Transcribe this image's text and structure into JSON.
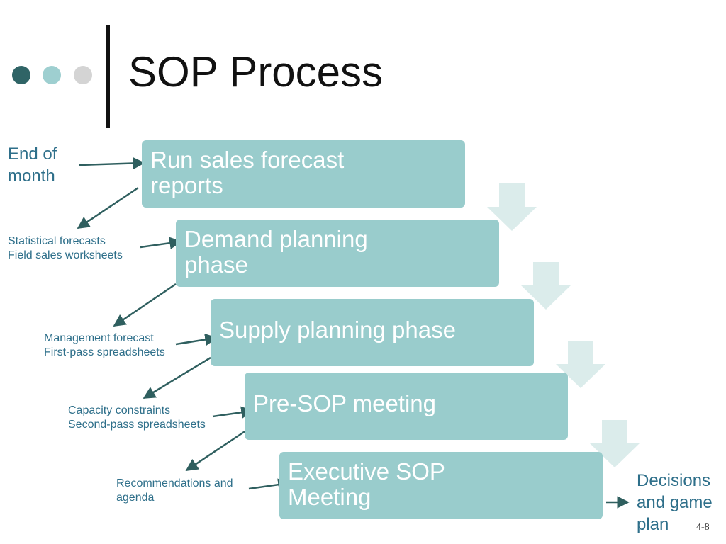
{
  "title": "SOP Process",
  "steps": [
    {
      "line1": "Run sales forecast",
      "line2": "reports"
    },
    {
      "line1": "Demand planning",
      "line2": "phase"
    },
    {
      "line1": "Supply planning phase",
      "line2": ""
    },
    {
      "line1": "Pre-SOP meeting",
      "line2": ""
    },
    {
      "line1": "Executive SOP",
      "line2": "Meeting"
    }
  ],
  "inputs": {
    "end_of_month": {
      "line1": "End of",
      "line2": "month"
    },
    "statistical": {
      "line1": "Statistical forecasts",
      "line2": "Field sales worksheets"
    },
    "management": {
      "line1": "Management forecast",
      "line2": "First-pass spreadsheets"
    },
    "capacity": {
      "line1": "Capacity constraints",
      "line2": "Second-pass spreadsheets"
    },
    "recommendations": {
      "line1": "Recommendations and",
      "line2": "agenda"
    }
  },
  "output": {
    "line1": "Decisions",
    "line2": "and game",
    "line3": "plan"
  },
  "slide_number": "4-8",
  "colors": {
    "box": "#99cccc",
    "chevron": "#dbeceb",
    "arrow": "#2f5f5f",
    "label": "#2e6f8a"
  }
}
